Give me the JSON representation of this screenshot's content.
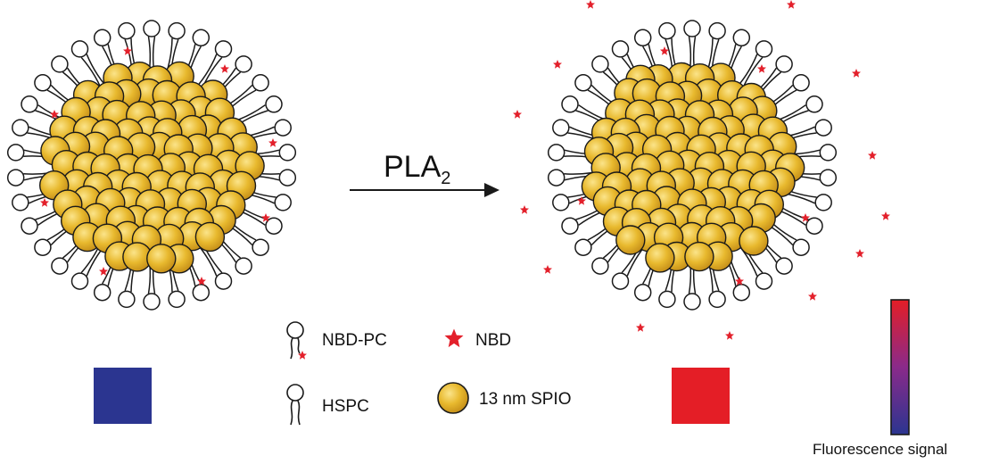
{
  "reaction": {
    "enzyme_base": "PLA",
    "enzyme_sub": "2"
  },
  "legend": {
    "nbd_pc_label": "NBD-PC",
    "nbd_label": "NBD",
    "hspc_label": "HSPC",
    "spio_label": "13 nm SPIO"
  },
  "fluorescence": {
    "label": "Fluorescence signal"
  },
  "colors": {
    "spio_fill": "#e8b92e",
    "spio_stroke": "#1a1a1a",
    "nbd_star": "#e3202b",
    "signal_low": "#2b3590",
    "signal_high": "#e41e26",
    "lipid_stroke": "#1a1a1a"
  }
}
